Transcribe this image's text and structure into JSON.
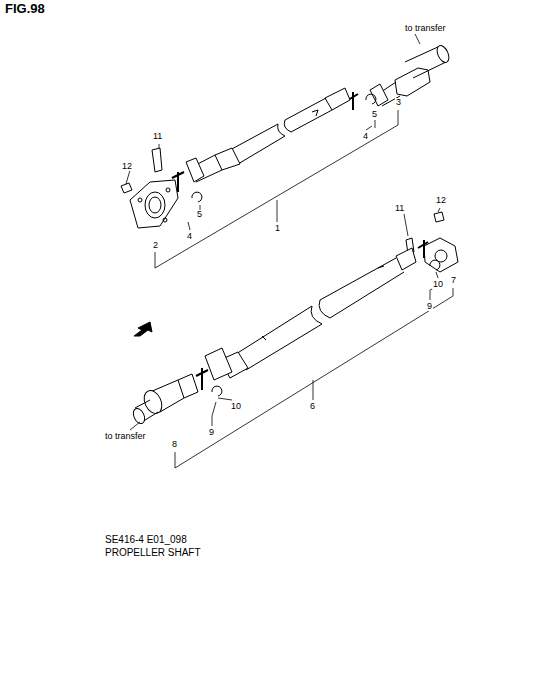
{
  "diagram": {
    "labels": [
      "FIG.98",
      "to transfer",
      "3",
      "5",
      "4",
      "11",
      "12",
      "5",
      "4",
      "1",
      "2",
      "11",
      "12",
      "10",
      "7",
      "9",
      "6",
      "10",
      "9",
      "8",
      "to transfer",
      "SE416-4 E01_098",
      "PROPELLER SHAFT"
    ]
  }
}
